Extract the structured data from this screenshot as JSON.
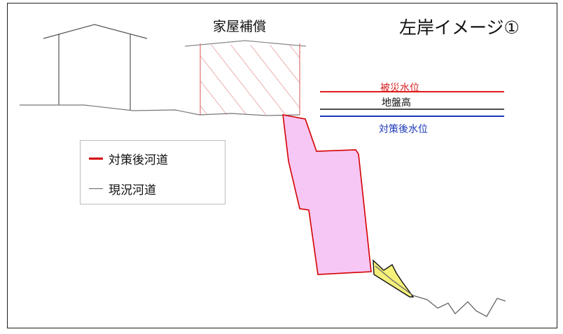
{
  "title": "左岸イメージ①",
  "house_label": "家屋補償",
  "levels": {
    "disaster": "被災水位",
    "ground": "地盤高",
    "after": "対策後水位"
  },
  "legend": {
    "after_channel": "対策後河道",
    "current_channel": "現況河道"
  },
  "colors": {
    "disaster_line": "#e31b1b",
    "after_line": "#1b36b8",
    "ground_line": "#111111",
    "after_channel_fill": "#f6c6f4",
    "after_channel_stroke": "#d40000",
    "fill_area": "#f5f07a",
    "current_channel": "#666666"
  }
}
